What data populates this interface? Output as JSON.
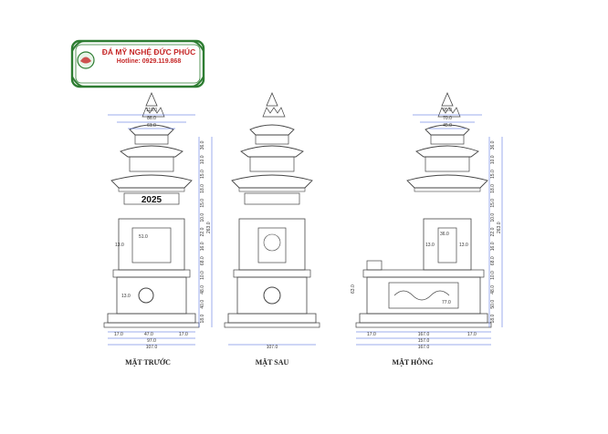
{
  "logo": {
    "company": "ĐÁ MỸ NGHỆ ĐỨC PHÚC",
    "hotline": "Hotline: 0929.119.868",
    "colors": {
      "frame": "#2e7d32",
      "text": "#c62828",
      "panel": "#ffffff"
    }
  },
  "views": {
    "front": {
      "caption": "MẶT TRƯỚC",
      "year": "2025",
      "top_widths": [
        "110.0",
        "86.0",
        "61.0"
      ],
      "right_heights": [
        "36.0",
        "10.0",
        "15.0",
        "18.0",
        "15.0",
        "10.0",
        "22.0",
        "16.0",
        "68.0",
        "10.0",
        "48.0",
        "40.0",
        "18.0"
      ],
      "total_height": "263.0",
      "niche_inner": [
        "13.0",
        "51.0"
      ],
      "base_inner": "13.0",
      "bottom_widths": [
        "17.0",
        "47.0",
        "17.0",
        "97.0",
        "107.0"
      ]
    },
    "back": {
      "caption": "MẶT SAU",
      "bottom_width": "107.0"
    },
    "side": {
      "caption": "MẶT HÔNG",
      "top_widths": [
        "95.0",
        "70.0",
        "45.0"
      ],
      "right_heights": [
        "36.0",
        "10.0",
        "15.0",
        "18.0",
        "15.0",
        "10.0",
        "22.0",
        "16.0",
        "68.0",
        "10.0",
        "48.0",
        "50.0",
        "18.0"
      ],
      "total_height": "263.0",
      "niche_inner": [
        "36.0",
        "13.0",
        "13.0"
      ],
      "base_inner": "77.0",
      "wall_height": "63.0",
      "bottom_widths": [
        "17.0",
        "167.0",
        "17.0",
        "157.0",
        "167.0"
      ]
    }
  },
  "colors": {
    "line": "#444444",
    "dimension": "#3b5bdb"
  }
}
